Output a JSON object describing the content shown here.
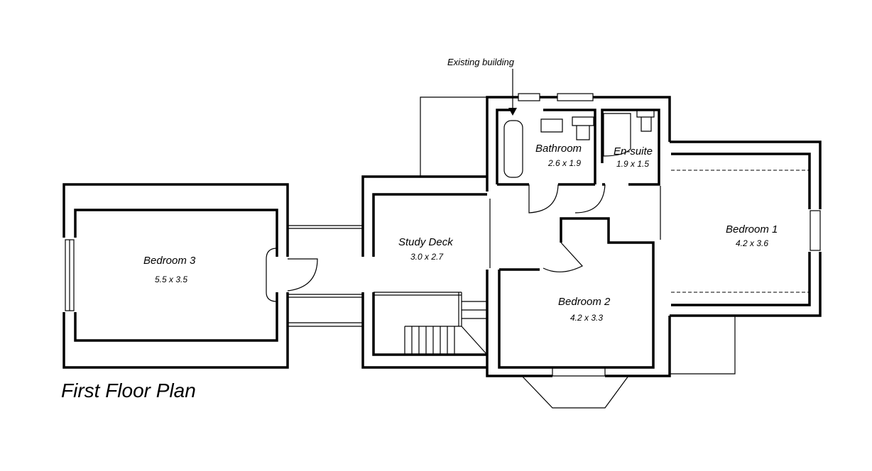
{
  "plan_title": "First Floor Plan",
  "annotation": "Existing building",
  "rooms": {
    "bedroom3": {
      "name": "Bedroom 3",
      "size": "5.5 x 3.5"
    },
    "study": {
      "name": "Study Deck",
      "size": "3.0 x 2.7"
    },
    "bathroom": {
      "name": "Bathroom",
      "size": "2.6 x 1.9"
    },
    "ensuite": {
      "name": "En-suite",
      "size": "1.9 x 1.5"
    },
    "bedroom1": {
      "name": "Bedroom 1",
      "size": "4.2 x 3.6"
    },
    "bedroom2": {
      "name": "Bedroom 2",
      "size": "4.2 x 3.3"
    }
  }
}
